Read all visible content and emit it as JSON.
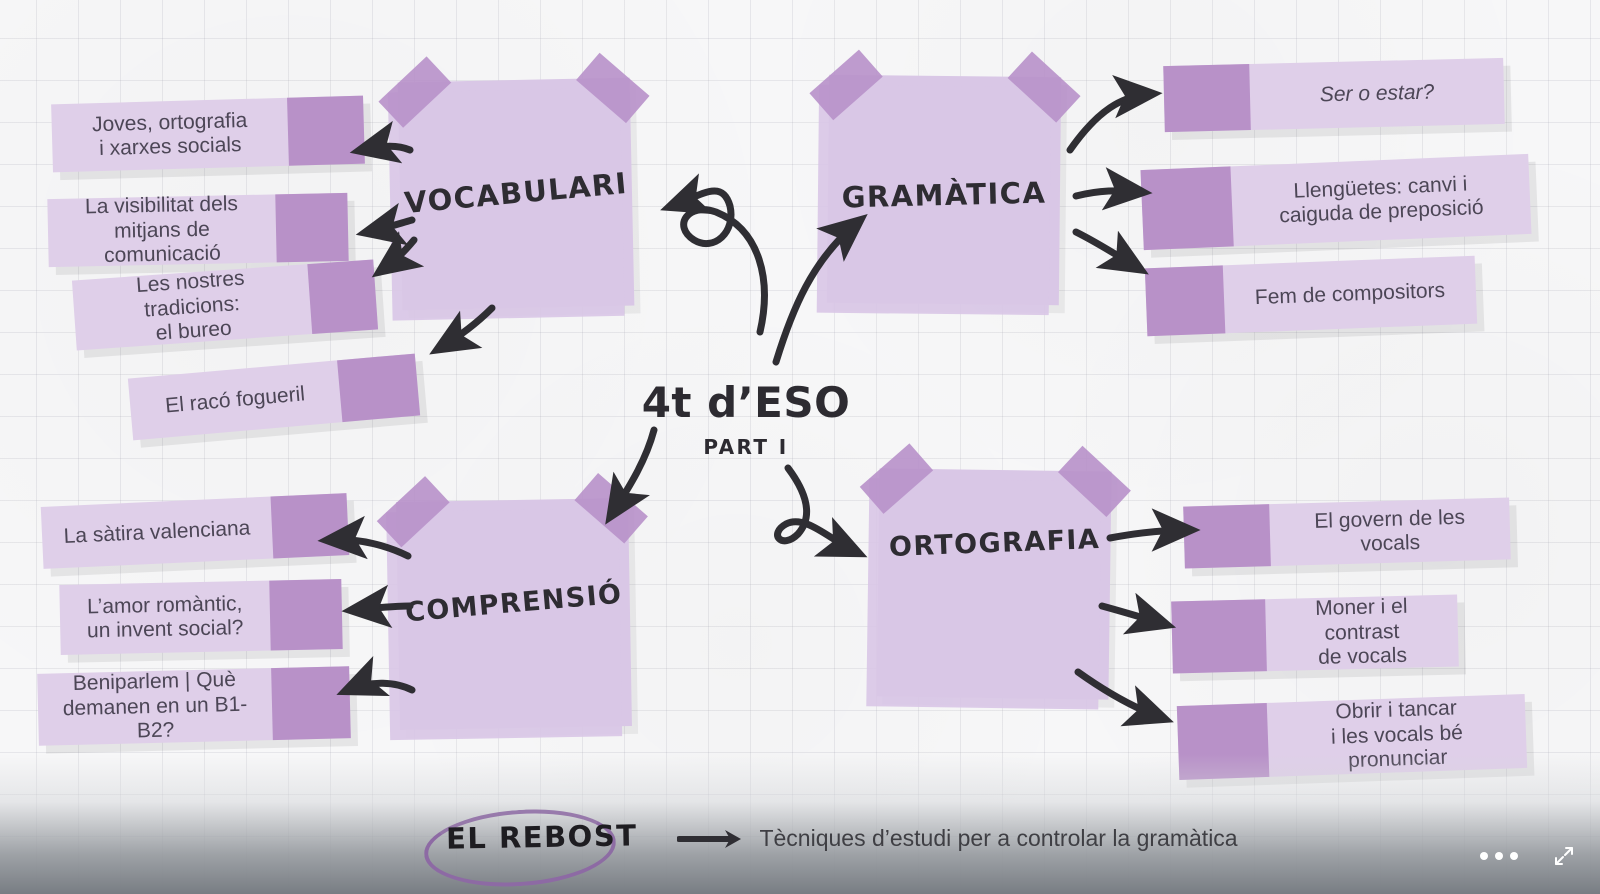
{
  "slide": {
    "center_title": "4t d’ESO",
    "center_subtitle": "PART I"
  },
  "branches": [
    {
      "id": "vocabulari",
      "title": "VOCABULARI",
      "side": "left",
      "items": [
        "Joves, ortografia\ni xarxes socials",
        "La visibilitat dels\nmitjans de comunicació",
        "Les nostres tradicions:\nel bureo",
        "El racó fogueril"
      ]
    },
    {
      "id": "gramatica",
      "title": "GRAMÀTICA",
      "side": "right",
      "items": [
        "Ser o estar?",
        "Llengüetes: canvi i\ncaiguda de preposició",
        "Fem de compositors"
      ]
    },
    {
      "id": "comprensio",
      "title": "COMPRENSIÓ",
      "side": "left",
      "items": [
        "La sàtira valenciana",
        "L’amor romàntic,\nun invent social?",
        "Beniparlem | Què\ndemanen en un B1-B2?"
      ]
    },
    {
      "id": "ortografia",
      "title": "ORTOGRAFIA",
      "side": "right",
      "items": [
        "El govern de les vocals",
        "Moner i el contrast\nde vocals",
        "Obrir i tancar\ni les vocals bé pronunciar"
      ]
    }
  ],
  "footer": {
    "badge_label": "EL REBOST",
    "caption": "Tècniques d’estudi per a controlar la gramàtica"
  },
  "controls": {
    "more_icon": "more-horizontal-icon",
    "fullscreen_icon": "fullscreen-expand-icon"
  },
  "colors": {
    "note_body": "#d9c7e6",
    "note_tape": "#b893ca",
    "card_body": "#dfcfe9",
    "card_swatch": "#b891c8",
    "ink": "#2e2c32",
    "badge_ring": "#8d6aa4",
    "paper": "#f7f7f8"
  }
}
